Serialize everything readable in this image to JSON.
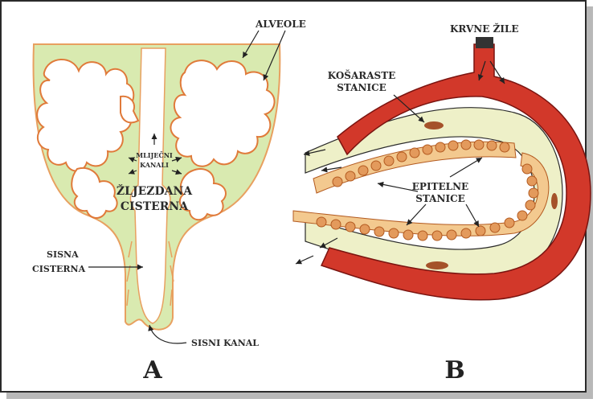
{
  "panel_a": {
    "letter": "A",
    "labels": {
      "alveole": "ALVEOLE",
      "mlijecni_line1": "MLIJEČNI",
      "mlijecni_line2": "KANALI",
      "zljezdana_line1": "ŽLJEZDANA",
      "zljezdana_line2": "CISTERNA",
      "sisna_line1": "SISNA",
      "sisna_line2": "CISTERNA",
      "sisni_kanal": "SISNI KANAL"
    }
  },
  "panel_b": {
    "letter": "B",
    "labels": {
      "krvne_zile": "KRVNE ŽILE",
      "kosaraste_line1": "KOŠARASTE",
      "kosaraste_line2": "STANICE",
      "epitelne_line1": "EPITELNE",
      "epitelne_line2": "STANICE"
    }
  },
  "colors": {
    "gland_fill": "#d9eab0",
    "gland_outline": "#e8a060",
    "alveole_line": "#e07a3a",
    "vessel": "#d2382a",
    "vessel_dark": "#a82218",
    "cell_fill": "#e39a5c",
    "sheath": "#eef0c8"
  }
}
